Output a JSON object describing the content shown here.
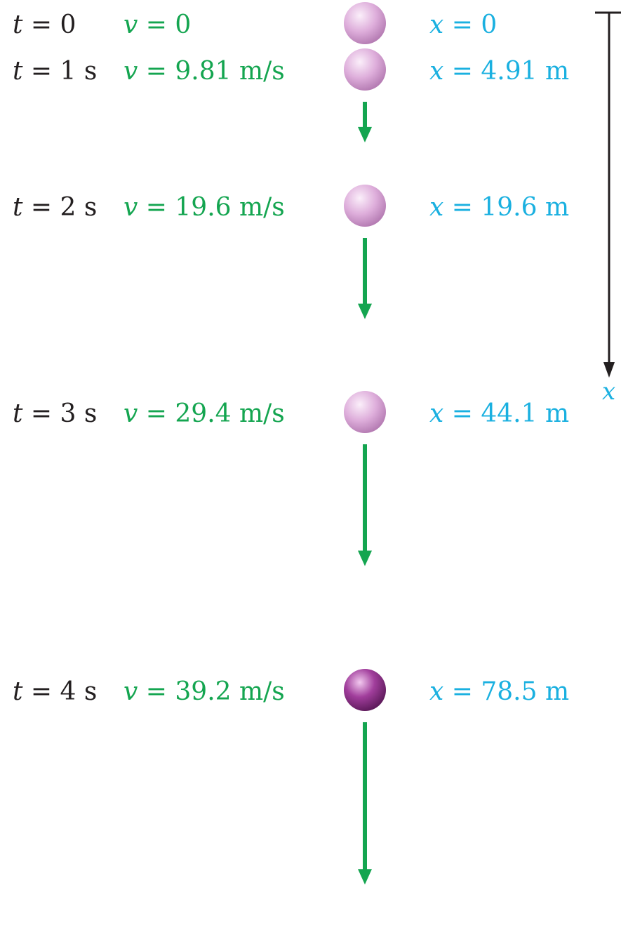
{
  "rows": [
    {
      "t_var": "t",
      "t_val": "0",
      "v_var": "v",
      "v_val": "0",
      "x_var": "x",
      "x_val": "0"
    },
    {
      "t_var": "t",
      "t_val": "1 s",
      "v_var": "v",
      "v_val": "9.81 m/s",
      "x_var": "x",
      "x_val": "4.91 m"
    },
    {
      "t_var": "t",
      "t_val": "2 s",
      "v_var": "v",
      "v_val": "19.6 m/s",
      "x_var": "x",
      "x_val": "19.6 m"
    },
    {
      "t_var": "t",
      "t_val": "3 s",
      "v_var": "v",
      "v_val": "29.4 m/s",
      "x_var": "x",
      "x_val": "44.1 m"
    },
    {
      "t_var": "t",
      "t_val": "4 s",
      "v_var": "v",
      "v_val": "39.2 m/s",
      "x_var": "x",
      "x_val": "78.5 m"
    }
  ],
  "velocities_mps": [
    0,
    9.81,
    19.6,
    29.4,
    39.2
  ],
  "axis": {
    "label": "x"
  },
  "colors": {
    "time": "#231f20",
    "velocity": "#14a550",
    "position": "#1ab0e0",
    "ball": "#d9a6d6",
    "ball_dark": "#8a2e86",
    "axis": "#231f20"
  }
}
